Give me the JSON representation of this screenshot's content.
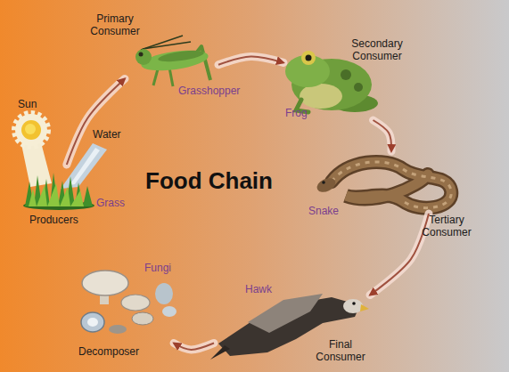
{
  "diagram": {
    "title": "Food Chain",
    "nodes": [
      {
        "text": [
          "Grass",
          "Producers"
        ]
      },
      {
        "text": [
          "Primary Consumer",
          "Grasshopper"
        ]
      },
      {
        "text": [
          "Secondary Consumer",
          "Frog"
        ]
      },
      {
        "text": [
          "Snake",
          "Tertiary Consumer"
        ]
      },
      {
        "text": [
          "Hawk",
          "Final Consumer"
        ]
      },
      {
        "text": [
          "Fungi",
          "Decomposer"
        ]
      }
    ],
    "edges": [
      {
        "from": 0,
        "to": 1,
        "arrow": "to"
      },
      {
        "from": 1,
        "to": 2,
        "arrow": "to"
      },
      {
        "from": 2,
        "to": 3,
        "arrow": "to"
      },
      {
        "from": 3,
        "to": 4,
        "arrow": "to"
      },
      {
        "from": 4,
        "to": 5,
        "arrow": "to"
      }
    ],
    "labels": [
      "Sun",
      "Water"
    ]
  }
}
